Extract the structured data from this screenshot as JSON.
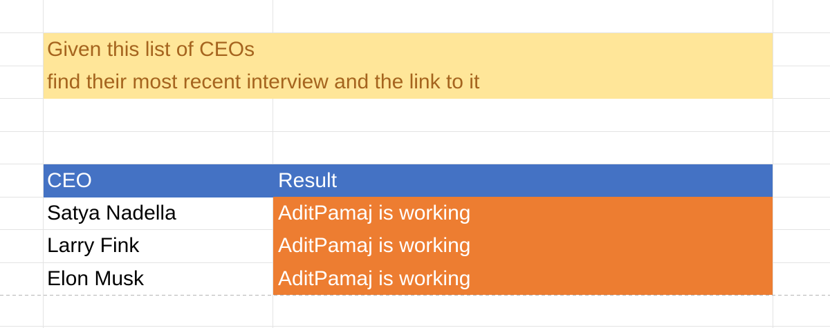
{
  "instruction": {
    "line1": "Given this list of CEOs",
    "line2": "find their most recent interview and the link to it"
  },
  "table": {
    "headers": [
      "CEO",
      "Result"
    ],
    "rows": [
      {
        "ceo": "Satya Nadella",
        "result": "AditPamaj is working"
      },
      {
        "ceo": "Larry Fink",
        "result": "AditPamaj is working"
      },
      {
        "ceo": "Elon Musk",
        "result": "AditPamaj is working"
      }
    ]
  },
  "colors": {
    "note_bg": "#ffe699",
    "note_text": "#a5641e",
    "header_bg": "#4472c4",
    "header_text": "#ffffff",
    "result_bg": "#ed7d31",
    "result_text": "#ffffff",
    "name_text": "#000000",
    "gridline": "#e3e3e3",
    "pagebreak_dash": "#b4b4b4"
  }
}
